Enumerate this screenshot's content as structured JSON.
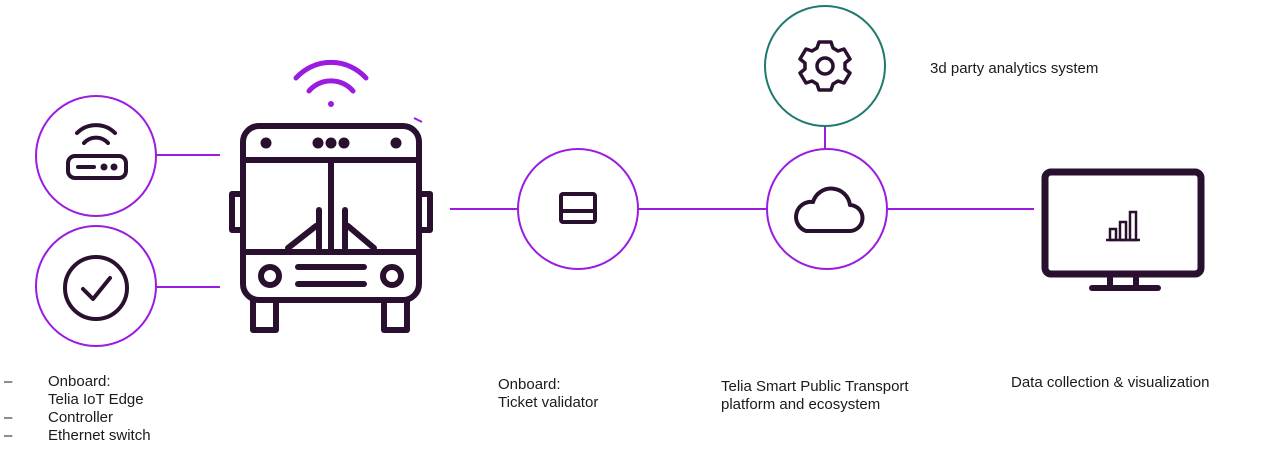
{
  "colors": {
    "accent": "#9B1BE0",
    "teal": "#1E7A6E",
    "dark": "#28102E"
  },
  "icons": {
    "wifi": "wifi-icon",
    "router": "router-icon",
    "check": "check-circle-icon",
    "bus": "bus-icon",
    "validator": "card-reader-icon",
    "gear": "gear-icon",
    "cloud": "cloud-icon",
    "monitor": "monitor-chart-icon"
  },
  "labels": {
    "analytics": "3d party analytics system",
    "onboard_edge": {
      "line1_dash": "–",
      "line1": "Onboard:",
      "line2": "Telia IoT Edge",
      "line3_dash": "–",
      "line3": "Controller",
      "line4_dash": "–",
      "line4": "Ethernet switch"
    },
    "validator": {
      "line1": "Onboard:",
      "line2": "Ticket validator"
    },
    "platform": {
      "line1": "Telia Smart Public Transport",
      "line2": "platform and ecosystem"
    },
    "data": "Data collection & visualization"
  }
}
